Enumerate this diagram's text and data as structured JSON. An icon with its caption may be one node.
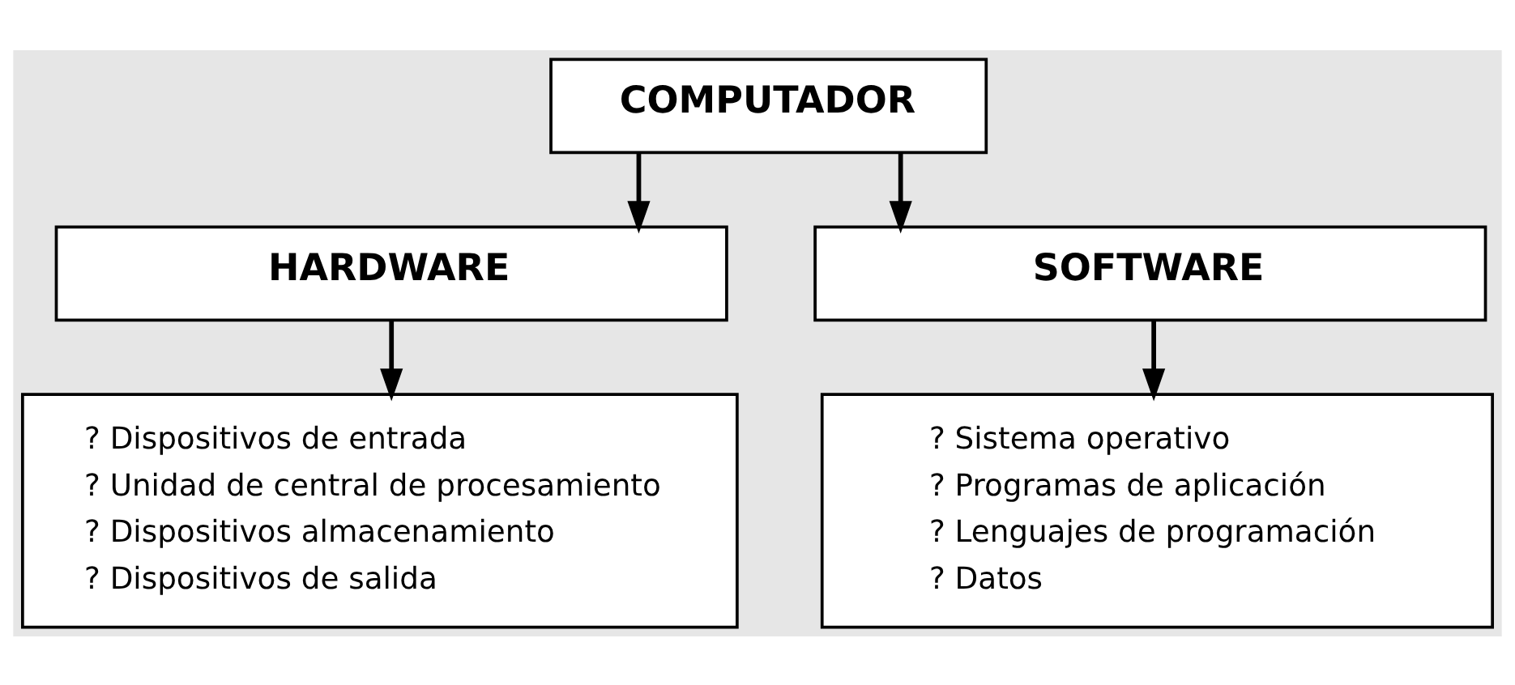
{
  "diagram": {
    "nodes": [
      {
        "text": [
          "COMPUTADOR"
        ]
      },
      {
        "text": [
          "HARDWARE"
        ]
      },
      {
        "text": [
          "SOFTWARE"
        ]
      },
      {
        "text": [
          "? Dispositivos de entrada",
          "? Unidad de central de procesamiento",
          "? Dispositivos almacenamiento",
          "? Dispositivos de salida"
        ]
      },
      {
        "text": [
          "? Sistema operativo",
          "? Programas de aplicación",
          "? Lenguajes de programación",
          "? Datos"
        ]
      }
    ],
    "edges": [
      {
        "from": 0,
        "to": 1,
        "arrow": "to"
      },
      {
        "from": 0,
        "to": 2,
        "arrow": "to"
      },
      {
        "from": 1,
        "to": 3,
        "arrow": "to"
      },
      {
        "from": 2,
        "to": 4,
        "arrow": "to"
      }
    ]
  }
}
